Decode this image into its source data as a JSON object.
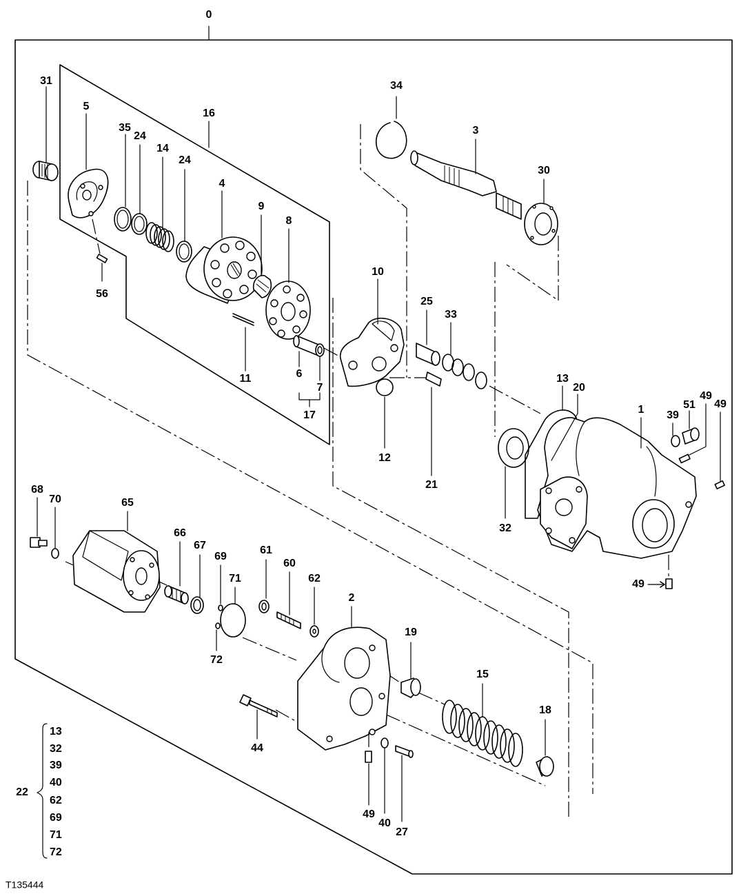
{
  "figure_id": "T135444",
  "assembly_label": "0",
  "callouts": {
    "c1": "1",
    "c2": "2",
    "c3": "3",
    "c4": "4",
    "c5": "5",
    "c6": "6",
    "c7": "7",
    "c8": "8",
    "c9": "9",
    "c10": "10",
    "c11": "11",
    "c12": "12",
    "c13": "13",
    "c14": "14",
    "c15": "15",
    "c16": "16",
    "c17": "17",
    "c18": "18",
    "c19": "19",
    "c20": "20",
    "c21": "21",
    "c24a": "24",
    "c24b": "24",
    "c25": "25",
    "c27": "27",
    "c30": "30",
    "c31": "31",
    "c32": "32",
    "c33": "33",
    "c34": "34",
    "c35": "35",
    "c39": "39",
    "c40": "40",
    "c44": "44",
    "c49a": "49",
    "c49b": "49",
    "c49c": "49",
    "c49d": "49",
    "c51": "51",
    "c56": "56",
    "c60": "60",
    "c61": "61",
    "c62": "62",
    "c65": "65",
    "c66": "66",
    "c67": "67",
    "c68": "68",
    "c69": "69",
    "c70": "70",
    "c71": "71",
    "c72": "72"
  },
  "kit": {
    "label": "22",
    "items": [
      "13",
      "32",
      "39",
      "40",
      "62",
      "69",
      "71",
      "72"
    ]
  }
}
